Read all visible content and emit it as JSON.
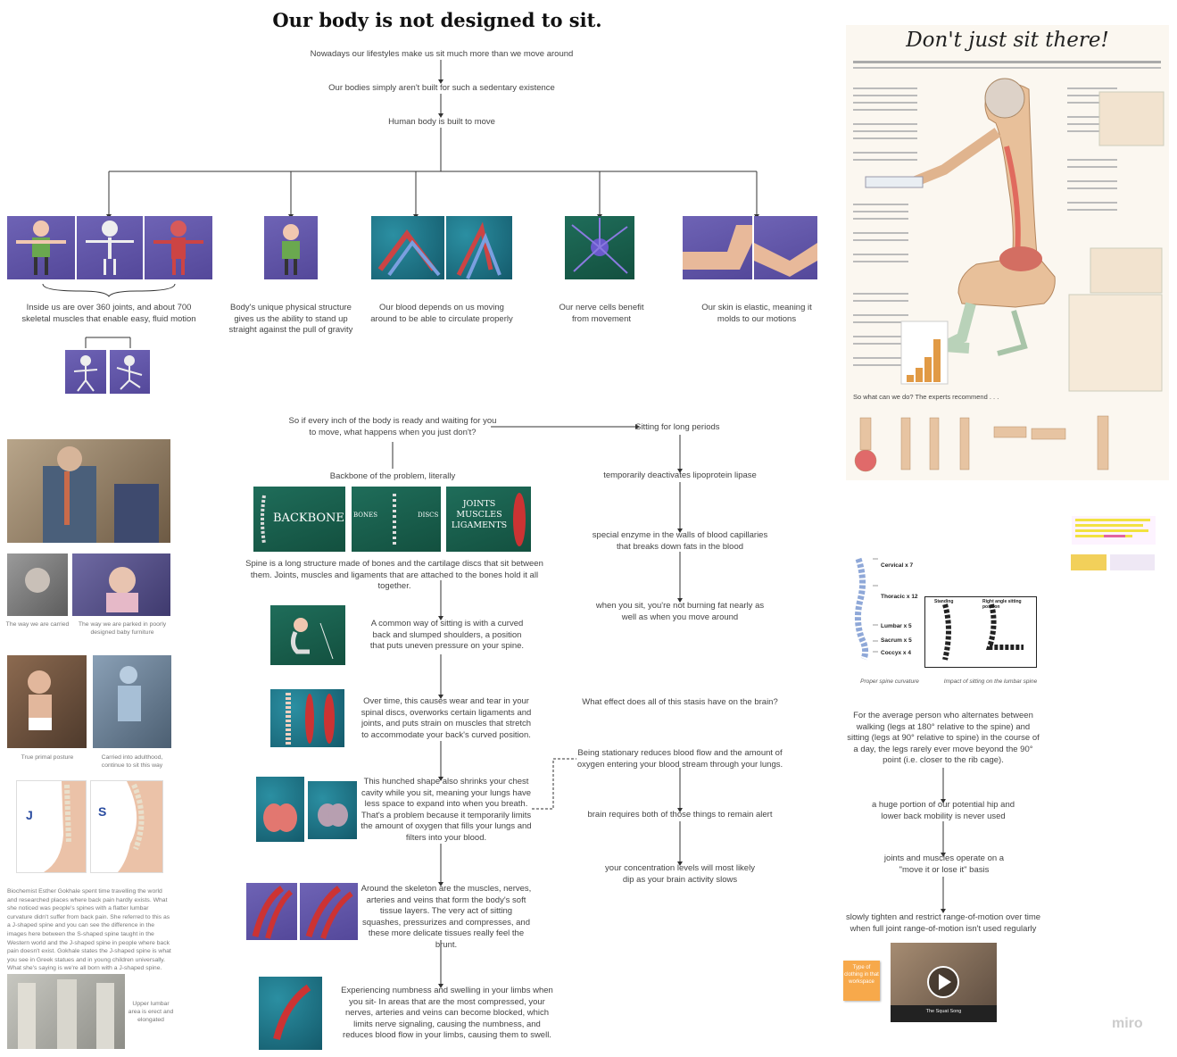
{
  "main_title": "Our body is not designed to sit.",
  "flow_top": [
    "Nowadays our lifestyles make us sit much more than we move around",
    "Our bodies simply aren't built for such a sedentary existence",
    "Human body is built to move"
  ],
  "branches": [
    "Inside us are over 360 joints, and about 700 skeletal muscles that enable easy, fluid motion",
    "Body's unique physical structure gives us the ability to stand up straight against the pull of gravity",
    "Our blood depends on us moving around to be able to circulate properly",
    "Our nerve cells benefit from movement",
    "Our skin is elastic, meaning it molds to our motions"
  ],
  "question": "So if every inch of the body is ready and waiting for you to move, what happens when you just don't?",
  "backbone_label": "Backbone of the problem, literally",
  "backbone_cards": [
    "BACKBONE",
    "BONES",
    "DISCS",
    "JOINTS MUSCLES LIGAMENTS"
  ],
  "spine_text": "Spine is a long structure made of bones and the cartilage discs that sit between them. Joints, muscles and ligaments that are attached to the bones hold it all together.",
  "middle_flow": [
    "A common way of sitting is with a curved back and slumped shoulders, a position that puts uneven pressure on your spine.",
    "Over time, this causes wear and tear in your spinal discs, overworks certain ligaments and joints, and puts strain on muscles that stretch to accommodate your back's curved position.",
    "This hunched shape also shrinks your chest cavity while you sit, meaning your lungs have less space to expand into when you breath. That's a problem because it temporarily limits the amount of oxygen that fills your lungs and filters into your blood.",
    "Around the skeleton are the muscles, nerves, arteries and veins that form the body's soft tissue layers. The very act of sitting squashes, pressurizes and compresses, and these more delicate tissues really feel the brunt.",
    "Experiencing numbness and swelling in your limbs when you sit- In areas that are the most compressed, your nerves, arteries and veins can become blocked, which limits nerve signaling, causing the numbness, and reduces blood flow in your limbs, causing them to swell."
  ],
  "right_flow": [
    "Sitting for long periods",
    "temporarily deactivates lipoprotein lipase",
    "special enzyme in the walls of blood capillaries that breaks down fats in the blood",
    "when you sit, you're not burning fat nearly as well as when you move around",
    "What effect does all of this stasis have on the brain?",
    "Being stationary reduces blood flow and the amount of oxygen entering your blood stream through your lungs.",
    "brain requires both of those things to remain alert",
    "your concentration levels will most likely dip as your brain activity slows"
  ],
  "left_captions": {
    "carried": "The way we are carried",
    "parked": "The way we are parked in poorly designed baby furniture",
    "primal": "True primal posture",
    "adulthood": "Carried into adulthood, continue to sit this way",
    "j_letter": "J",
    "s_letter": "S",
    "gokhale": "Biochemist Esther Gokhale spent time travelling the world and researched places where back pain hardly exists. What she noticed was people's spines with a flatter lumbar curvature didn't suffer from back pain. She referred to this as a J-shaped spine and you can see the difference in the images here between the S-shaped spine taught in the Western world and the J-shaped spine in people where back pain doesn't exist. Gokhale states the J-shaped spine is what you see in Greek statues and in young children universally. What she's saying is we're all born with a J-shaped spine.",
    "upper_lumbar": "Upper lumbar area is erect and elongated"
  },
  "infographic": {
    "title": "Don't just sit there!",
    "section_label": "So what can we do? The experts recommend . . ."
  },
  "spine_diagram": {
    "labels": [
      "Cervical x 7",
      "Thoracic x 12",
      "Lumbar x 5",
      "Sacrum x 5",
      "Coccyx x 4"
    ],
    "caption_left": "Proper spine curvature",
    "caption_right": "Impact of sitting on the lumbar spine",
    "fig_labels": [
      "Standing",
      "Right angle sitting position"
    ]
  },
  "right_bottom_flow": [
    "For the average person who alternates between walking (legs at 180° relative to the spine) and sitting (legs at 90° relative to spine) in the course of a day, the legs rarely ever move beyond the 90° point (i.e. closer to the rib cage).",
    "a huge portion of our potential hip and lower back mobility is never used",
    "joints and muscles operate on a \"move it or lose it\" basis",
    "slowly tighten and restrict range-of-motion over time when full joint range-of-motion isn't used regularly"
  ],
  "sticky_note": "Type of clothing in that workspace",
  "video_title": "The Squat Song",
  "brand": "miro"
}
